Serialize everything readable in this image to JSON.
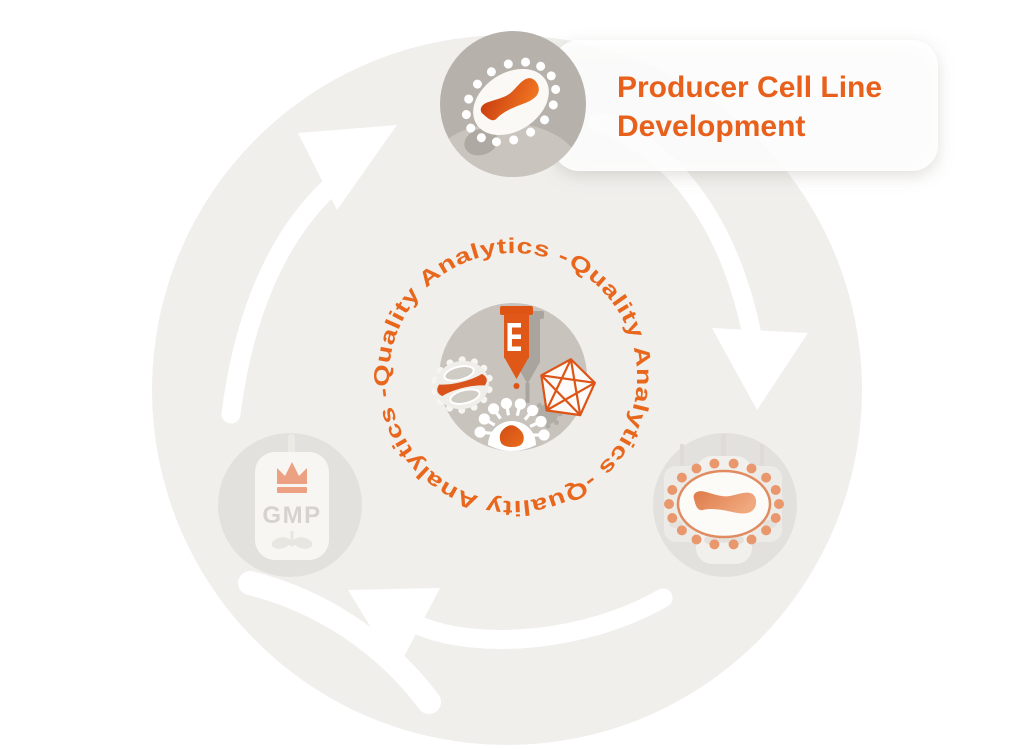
{
  "header_card": {
    "title_line1": "Producer Cell Line",
    "title_line2": "Development"
  },
  "cycle": {
    "ring_text": "Quality Analytics - ",
    "ring_text_full": "Quality Analytics - Quality Analytics - Quality Analytics - ",
    "direction": "clockwise",
    "nodes": [
      {
        "id": "producer-cell-line",
        "label": "Producer Cell Line Development",
        "icon": "virus-in-cell-icon",
        "highlighted": true
      },
      {
        "id": "production-bioreactor",
        "label": "",
        "icon": "virus-with-bioreactors-icon",
        "highlighted": false
      },
      {
        "id": "gmp-manufacturing",
        "label": "GMP",
        "icon": "gmp-bioreactor-icon",
        "highlighted": false
      }
    ],
    "center_icons": [
      "syringe-icon",
      "cell-gear-icon",
      "polyhedron-icon",
      "virus-icon"
    ]
  },
  "colors": {
    "accent_orange": "#e8611c",
    "ring_orange": "#e8671c",
    "deep_orange": "#d9531a",
    "salmon": "#e9976d",
    "background_circle": "#f0efec",
    "node_circle": "#e3e1dd",
    "center_circle": "#c8c4bd",
    "highlight_node_circle": "#b6b2ab",
    "card_background": "#ffffff"
  }
}
